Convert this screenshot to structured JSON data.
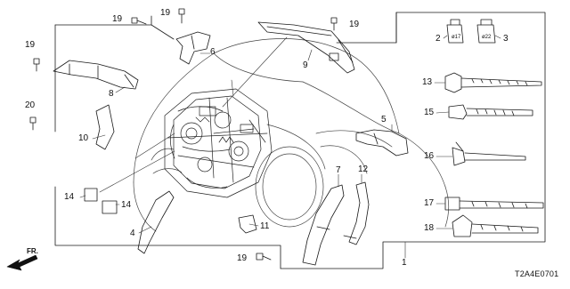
{
  "diagram": {
    "callouts": {
      "c1": "1",
      "c2": "2",
      "c3": "3",
      "c4": "4",
      "c5": "5",
      "c6": "6",
      "c7": "7",
      "c8": "8",
      "c9": "9",
      "c10": "10",
      "c11": "11",
      "c12": "12",
      "c13": "13",
      "c14a": "14",
      "c14b": "14",
      "c15": "15",
      "c16": "16",
      "c17": "17",
      "c18": "18",
      "c19a": "19",
      "c19b": "19",
      "c19c": "19",
      "c19d": "19",
      "c19e": "19",
      "c20": "20"
    },
    "clip_tags": {
      "t2": "ø17",
      "t3": "ø22"
    },
    "direction_label": "FR.",
    "diagram_code": "T2A4E0701"
  }
}
